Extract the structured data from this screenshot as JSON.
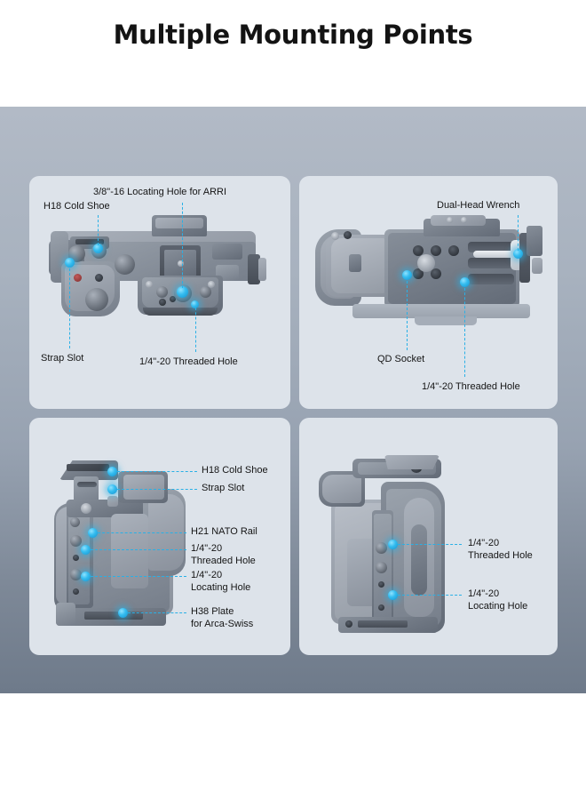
{
  "title": "Multiple Mounting Points",
  "theme": {
    "accent": "#29b0e6",
    "dot_color": "#35bdf0",
    "panel_bg": "#dde3ea",
    "backdrop_top": "#b2bac6",
    "backdrop_bottom": "#6e7a8a",
    "text_color": "#151515",
    "page_bg": "#ffffff"
  },
  "panels": [
    {
      "id": "top-left",
      "view": "top-view",
      "labels": [
        {
          "key": "h18_cold_shoe",
          "text": "H18 Cold Shoe"
        },
        {
          "key": "arri_locating",
          "text": "3/8\"-16 Locating Hole for ARRI"
        },
        {
          "key": "strap_slot",
          "text": "Strap Slot"
        },
        {
          "key": "threaded_hole",
          "text": "1/4\"-20 Threaded Hole"
        }
      ]
    },
    {
      "id": "top-right",
      "view": "bottom-view",
      "labels": [
        {
          "key": "dual_head_wrench",
          "text": "Dual-Head Wrench"
        },
        {
          "key": "qd_socket",
          "text": "QD Socket"
        },
        {
          "key": "threaded_hole",
          "text": "1/4\"-20 Threaded Hole"
        }
      ]
    },
    {
      "id": "bottom-left",
      "view": "left-side-view",
      "labels": [
        {
          "key": "h18_cold_shoe",
          "text": "H18 Cold Shoe"
        },
        {
          "key": "strap_slot",
          "text": "Strap Slot"
        },
        {
          "key": "h21_nato_rail",
          "text": "H21 NATO Rail"
        },
        {
          "key": "threaded_hole",
          "text": "1/4\"-20\nThreaded Hole"
        },
        {
          "key": "locating_hole",
          "text": "1/4\"-20\nLocating Hole"
        },
        {
          "key": "h38_plate",
          "text": "H38 Plate\nfor Arca-Swiss"
        }
      ]
    },
    {
      "id": "bottom-right",
      "view": "right-side-view",
      "labels": [
        {
          "key": "threaded_hole",
          "text": "1/4\"-20\nThreaded Hole"
        },
        {
          "key": "locating_hole",
          "text": "1/4\"-20\nLocating Hole"
        }
      ]
    }
  ]
}
